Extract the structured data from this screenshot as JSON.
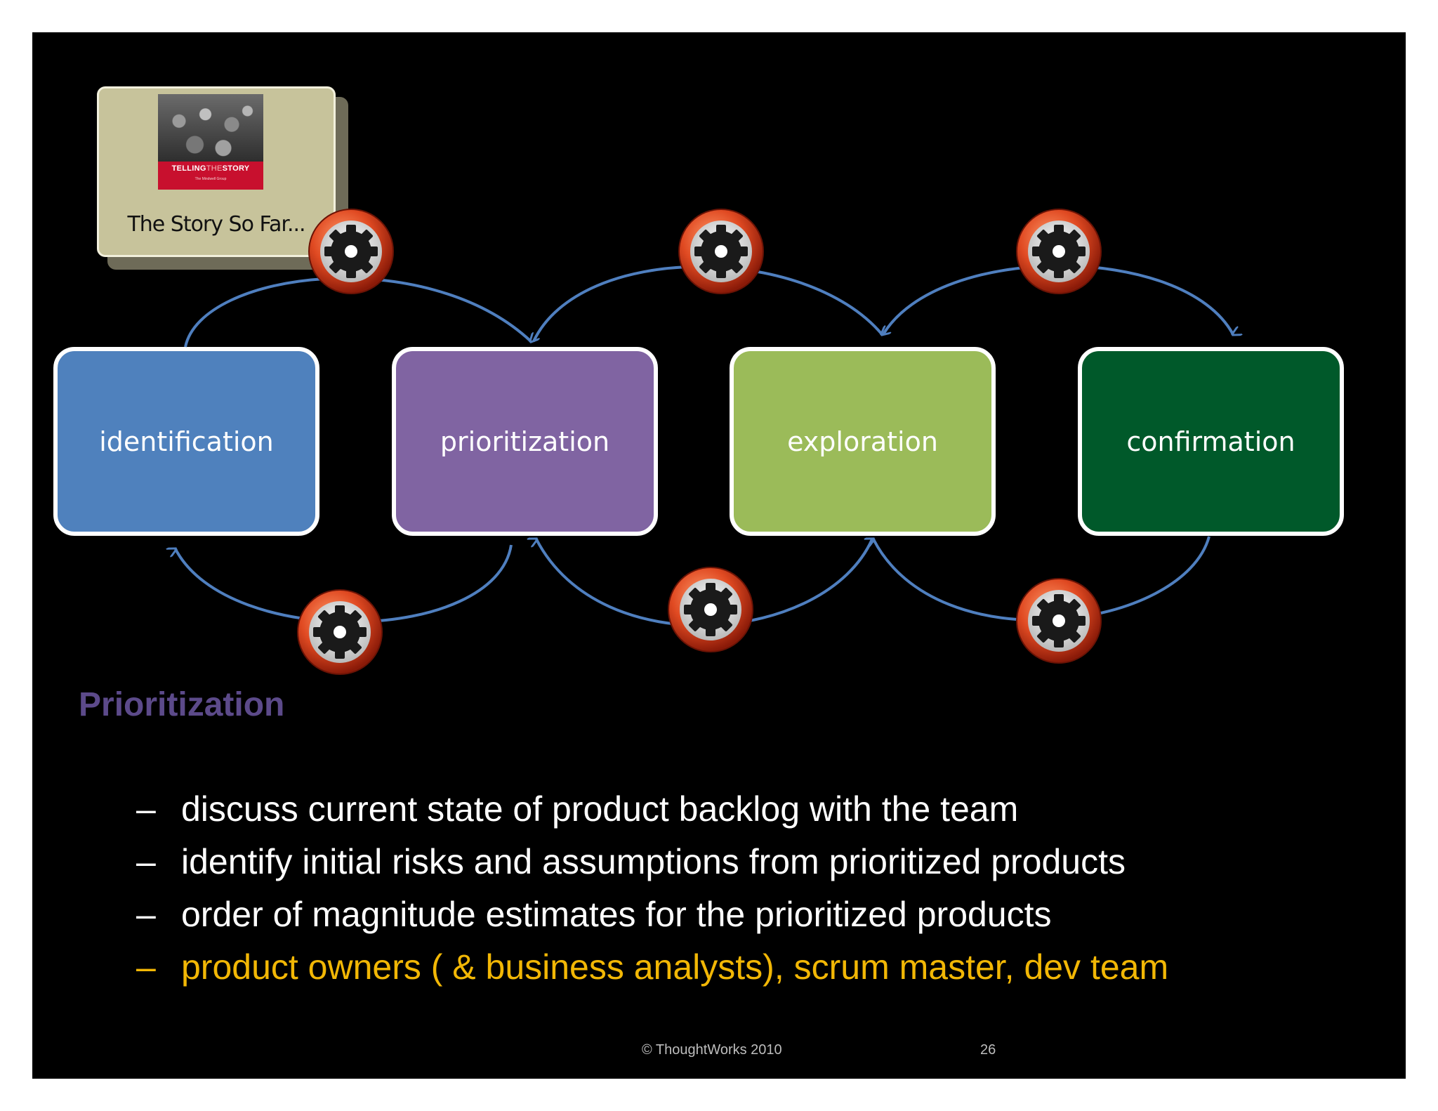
{
  "card": {
    "book_title_left": "TELLING",
    "book_title_mid": "THE",
    "book_title_right": "STORY",
    "book_publisher": "The Mindwell Group",
    "label": "The Story So Far..."
  },
  "stages": [
    {
      "label": "identification",
      "color": "#4f81bd"
    },
    {
      "label": "prioritization",
      "color": "#8064a2"
    },
    {
      "label": "exploration",
      "color": "#9bbb59"
    },
    {
      "label": "confirmation",
      "color": "#00592a"
    }
  ],
  "gear_icon_name": "gear-icon",
  "colors": {
    "arrow": "#4f7fbf",
    "gear_ring": "#e04a22",
    "title": "#5c4a8a",
    "highlight": "#f2b705"
  },
  "section_title": "Prioritization",
  "bullets": [
    "discuss current state of product backlog with the team",
    "identify initial risks and assumptions from prioritized products",
    "order of magnitude estimates for the prioritized products",
    "product owners ( & business analysts), scrum master, dev team"
  ],
  "bullet_dash": "–",
  "footer": {
    "copyright": "©  ThoughtWorks 2010",
    "page_number": "26"
  }
}
